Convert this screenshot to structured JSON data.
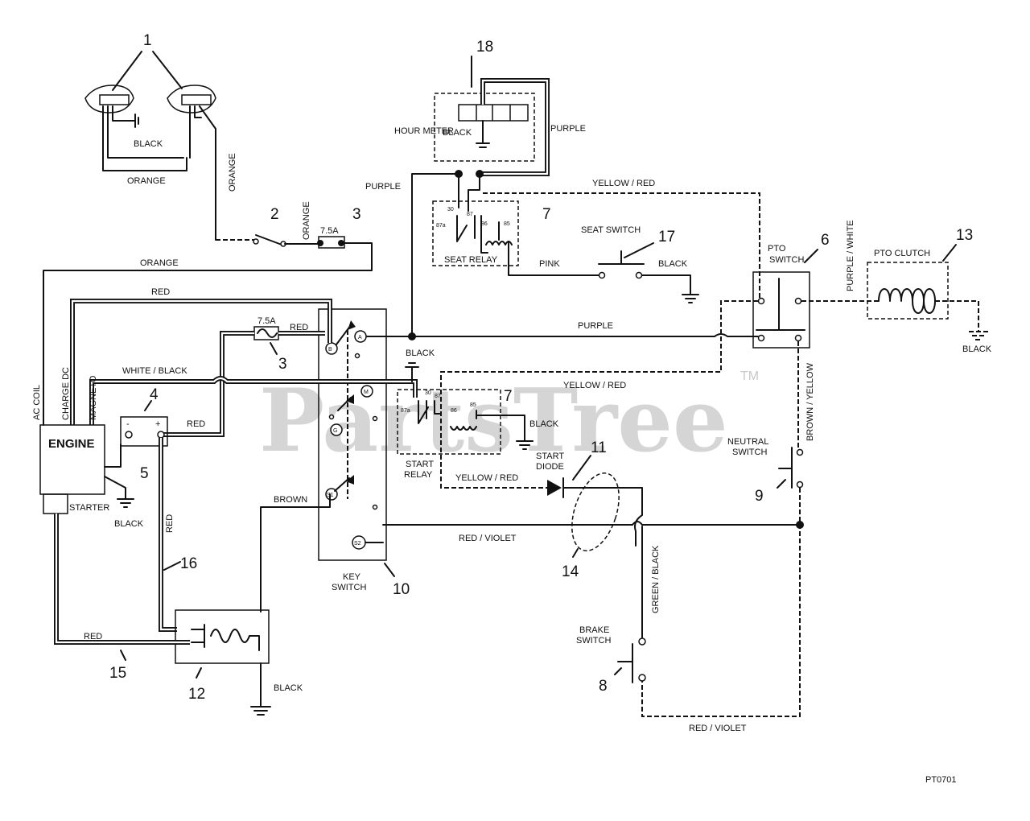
{
  "watermark": {
    "text": "PartsTree",
    "tm": "TM"
  },
  "figure_id": "PT0701",
  "callouts": [
    "1",
    "2",
    "3",
    "3",
    "4",
    "5",
    "6",
    "7",
    "7",
    "8",
    "9",
    "10",
    "11",
    "12",
    "13",
    "14",
    "15",
    "16",
    "17",
    "18"
  ],
  "components": {
    "engine": "ENGINE",
    "engine_leads": [
      "AC COIL",
      "CHARGE DC",
      "MAGNETO"
    ],
    "starter": "STARTER",
    "hour_meter": "HOUR METER",
    "seat_relay": "SEAT RELAY",
    "start_relay": "START RELAY",
    "seat_switch": "SEAT SWITCH",
    "pto_switch": "PTO SWITCH",
    "pto_clutch": "PTO  CLUTCH",
    "key_switch": "KEY SWITCH",
    "neutral_switch": "NEUTRAL SWITCH",
    "brake_switch": "BRAKE SWITCH",
    "start_diode": "START DIODE",
    "fuse_rating": "7.5A",
    "key_terminals": [
      "B",
      "A",
      "M",
      "G",
      "S1",
      "S2"
    ],
    "relay_pins": [
      "87a",
      "30",
      "87",
      "86",
      "85"
    ],
    "battery_terminals": [
      "-",
      "+"
    ]
  },
  "wire_labels": {
    "black": "BLACK",
    "orange": "ORANGE",
    "purple": "PURPLE",
    "yellow_red": "YELLOW / RED",
    "red": "RED",
    "white_black": "WHITE / BLACK",
    "pink": "PINK",
    "purple_white": "PURPLE / WHITE",
    "brown_yellow": "BROWN / YELLOW",
    "brown": "BROWN",
    "red_violet": "RED / VIOLET",
    "green_black": "GREEN / BLACK"
  }
}
